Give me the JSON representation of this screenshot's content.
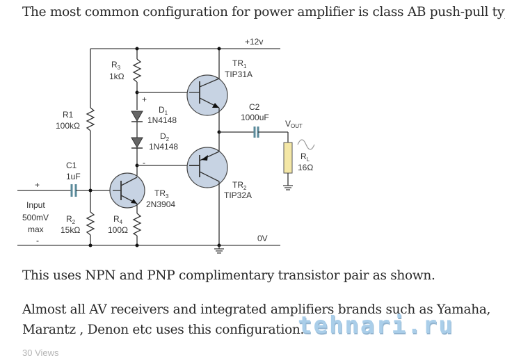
{
  "article": {
    "paragraph_1": "The most common configuration for power amplifier is class AB push-pull type.",
    "paragraph_2": "This uses NPN and PNP complimentary transistor pair as shown.",
    "paragraph_3_line1": "Almost all AV receivers and integrated amplifiers brands such as Yamaha,",
    "paragraph_3_line2": "Marantz , Denon etc uses this configuration.",
    "views": "30 Views",
    "watermark": "tehnari.ru"
  },
  "circuit": {
    "supply_label": "+12v",
    "ground_label": "0V",
    "input": {
      "plus": "+",
      "minus": "-",
      "label1": "Input",
      "label2": "500mV",
      "label3": "max"
    },
    "components": {
      "R1": {
        "name": "R1",
        "value": "100kΩ"
      },
      "R2": {
        "name": "R",
        "sub": "2",
        "value": "15kΩ"
      },
      "R3": {
        "name": "R",
        "sub": "3",
        "value": "1kΩ"
      },
      "R4": {
        "name": "R",
        "sub": "4",
        "value": "100Ω"
      },
      "RL": {
        "name": "R",
        "sub": "L",
        "value": "16Ω"
      },
      "C1": {
        "name": "C1",
        "value": "1uF"
      },
      "C2": {
        "name": "C2",
        "value": "1000uF"
      },
      "D1": {
        "name": "D",
        "sub": "1",
        "value": "1N4148"
      },
      "D2": {
        "name": "D",
        "sub": "2",
        "value": "1N4148"
      },
      "TR1": {
        "name": "TR",
        "sub": "1",
        "value": "TIP31A"
      },
      "TR2": {
        "name": "TR",
        "sub": "2",
        "value": "TIP32A"
      },
      "TR3": {
        "name": "TR",
        "sub": "3",
        "value": "2N3904"
      }
    },
    "vout": {
      "name": "V",
      "sub": "OUT"
    },
    "bias_plus": "+",
    "bias_minus": "-",
    "colors": {
      "wire": "#333333",
      "rail": "#888888",
      "transistor_fill": "#c7d3e3",
      "load_fill": "#f4e7a6",
      "cap": "#5a8a9a"
    }
  }
}
